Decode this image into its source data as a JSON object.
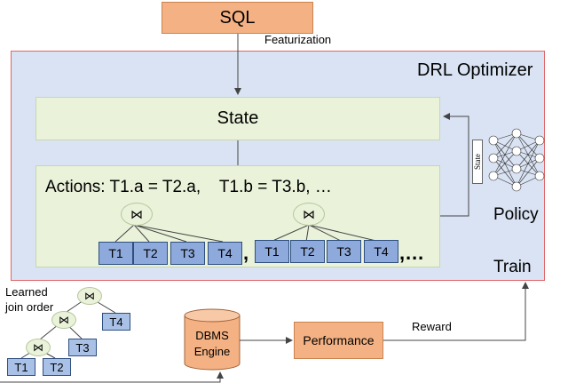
{
  "sql": "SQL",
  "featurization": "Featurization",
  "optimizer_title": "DRL Optimizer",
  "state": "State",
  "actions": {
    "text": "Actions: T1.a = T2.a,    T1.b = T3.b, …",
    "join_symbol": "⋈",
    "plan_a": [
      "T1",
      "T2",
      "T3",
      "T4"
    ],
    "plan_b": [
      "T1",
      "T2",
      "T3",
      "T4"
    ],
    "comma": ",",
    "ellipsis": ",…"
  },
  "policy": {
    "label": "Policy",
    "network_input_label": "State"
  },
  "train": "Train",
  "learned": {
    "label_line1": "Learned",
    "label_line2": "join order",
    "tables": [
      "T1",
      "T2",
      "T3",
      "T4"
    ]
  },
  "dbms": {
    "line1": "DBMS",
    "line2": "Engine"
  },
  "performance": "Performance",
  "reward": "Reward",
  "colors": {
    "sql_fill": "#f4b183",
    "optimizer_fill": "#dae3f3",
    "optimizer_border": "#e06666",
    "state_fill": "#eaf2da",
    "table_fill": "#8ea9db",
    "dbms_fill": "#f4b183"
  }
}
